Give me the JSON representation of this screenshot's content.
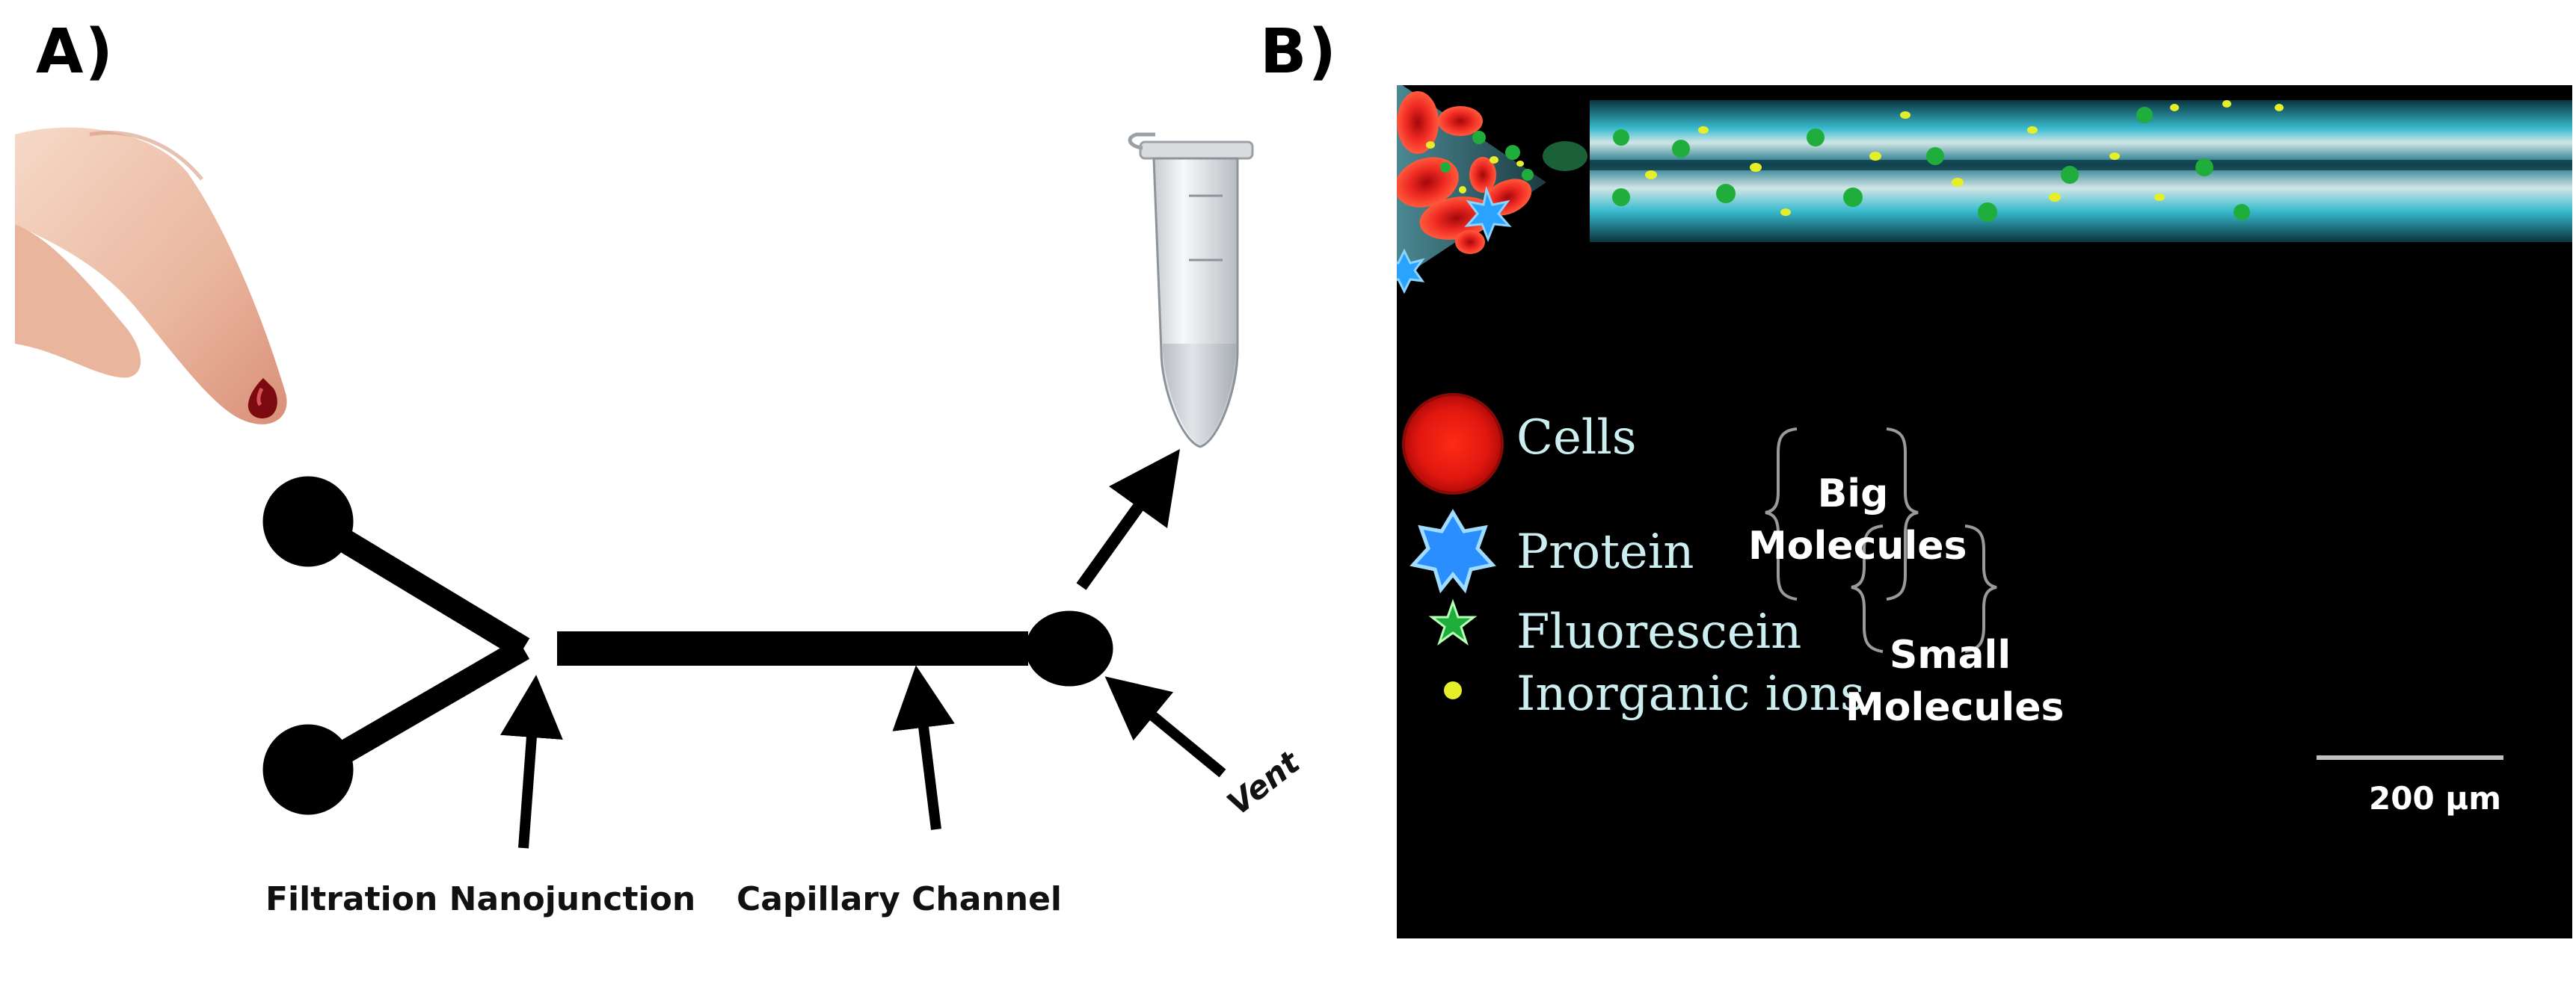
{
  "panels": {
    "a_label": "A)",
    "b_label": "B)"
  },
  "panel_a": {
    "captions": {
      "nanojunction": "Filtration Nanojunction",
      "capillary": "Capillary Channel",
      "vent": "Vent"
    },
    "colors": {
      "ink": "#000000",
      "blood": "#8b0b12",
      "skin": "#f0c4ae"
    },
    "icons": [
      "finger-blood-drop-icon",
      "microcentrifuge-tube-icon"
    ]
  },
  "panel_b": {
    "legend": {
      "cells": "Cells",
      "protein": "Protein",
      "fluorescein": "Fluorescein",
      "inorganic": "Inorganic ions",
      "big_line1": "Big",
      "big_line2": "Molecules",
      "small_line1": "Small",
      "small_line2": "Molecules"
    },
    "scale_bar": "200 μm",
    "colors": {
      "background": "#000000",
      "cell": "#e0191e",
      "protein": "#2aa3ff",
      "fluorescein": "#1fae3b",
      "ion": "#e6ee2a",
      "channel": "#3fd0e6"
    }
  }
}
